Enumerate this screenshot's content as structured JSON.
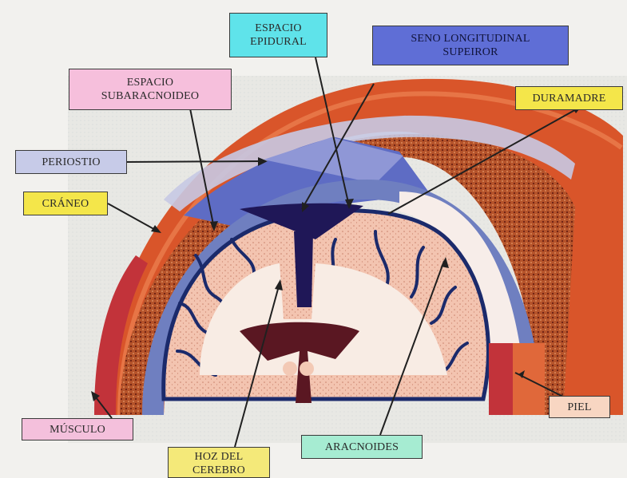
{
  "colors": {
    "background": "#f2f1ee",
    "scalp": "#d9552a",
    "bone": "#b5532a",
    "dura": "#6f7fc0",
    "brain": "#f3c4b0",
    "white_matter": "#f8ece4",
    "sinus": "#1f1757"
  },
  "labels": {
    "espacio_epidural": "ESPACIO\nEPIDURAL",
    "seno_longitudinal": "SENO LONGITUDINAL\nSUPEIROR",
    "espacio_subaracnoideo": "ESPACIO\nSUBARACNOIDEO",
    "duramadre": "DURAMADRE",
    "periostio": "PERIOSTIO",
    "craneo": "CRÁNEO",
    "musculo": "MÚSCULO",
    "piel": "PIEL",
    "aracnoides": "ARACNOIDES",
    "hoz_del_cerebro": "HOZ DEL\nCEREBRO"
  },
  "label_colors": {
    "espacio_epidural": "#5fe3ea",
    "seno_longitudinal": "#5f6ed6",
    "espacio_subaracnoideo": "#f6bfdc",
    "duramadre": "#f4e64a",
    "periostio": "#c7cbe8",
    "craneo": "#f4e64a",
    "musculo": "#f4c0dc",
    "piel": "#f8d6c2",
    "aracnoides": "#a6ecd2",
    "hoz_del_cerebro": "#f4e979"
  }
}
